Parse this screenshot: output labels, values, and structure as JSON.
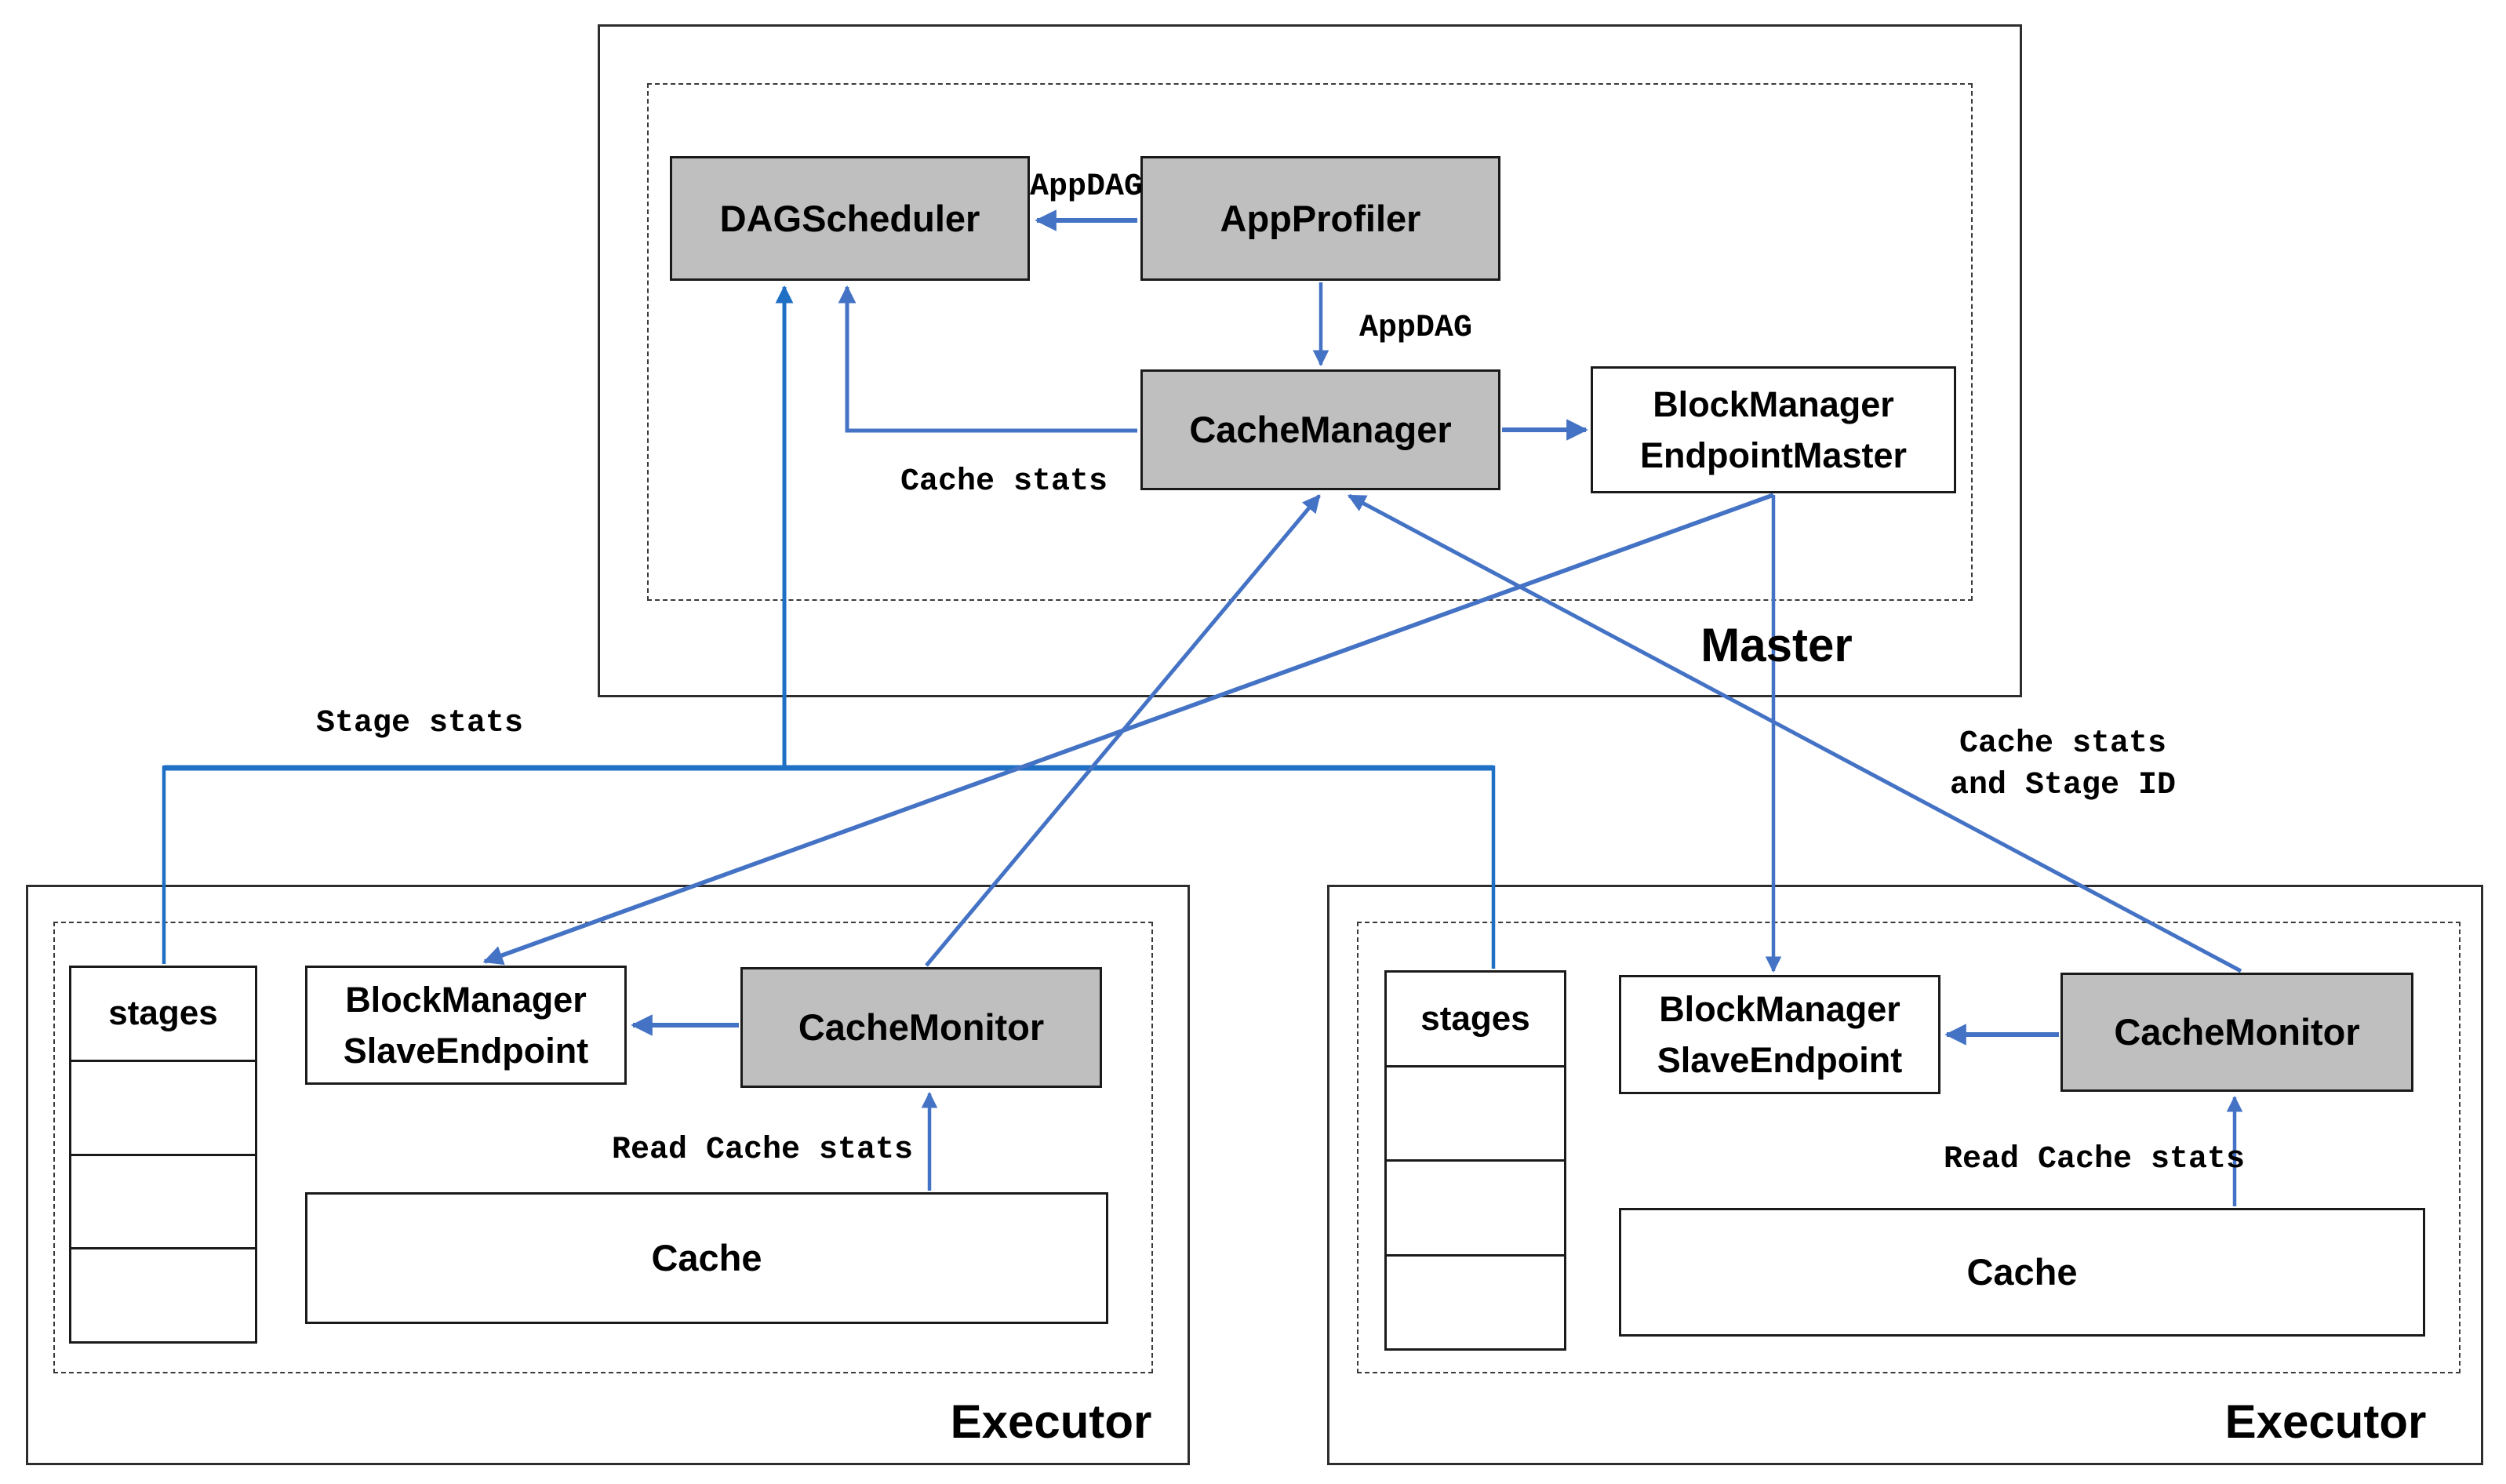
{
  "colors": {
    "arrow_blue": "#4472C4",
    "arrow_deep_blue": "#1F6FC5",
    "box_gray_fill": "#BFBFBF",
    "box_border": "#1a1a1a"
  },
  "master": {
    "title": "Master",
    "dag_scheduler": "DAGScheduler",
    "app_profiler": "AppProfiler",
    "cache_manager": "CacheManager",
    "block_manager_endpoint_master": {
      "line1": "BlockManager",
      "line2": "EndpointMaster"
    }
  },
  "labels": {
    "app_dag_top": "AppDAG",
    "app_dag_mid": "AppDAG",
    "cache_stats": "Cache stats",
    "stage_stats": "Stage stats",
    "cache_stats_and_stage_id": {
      "line1": "Cache stats",
      "line2": "and Stage ID"
    },
    "read_cache_stats_left": "Read Cache stats",
    "read_cache_stats_right": "Read Cache stats"
  },
  "executor_left": {
    "title": "Executor",
    "stages_header": "stages",
    "stages_empty_rows": 3,
    "block_manager_slave_endpoint": {
      "line1": "BlockManager",
      "line2": "SlaveEndpoint"
    },
    "cache_monitor": "CacheMonitor",
    "cache": "Cache"
  },
  "executor_right": {
    "title": "Executor",
    "stages_header": "stages",
    "stages_empty_rows": 3,
    "block_manager_slave_endpoint": {
      "line1": "BlockManager",
      "line2": "SlaveEndpoint"
    },
    "cache_monitor": "CacheMonitor",
    "cache": "Cache"
  }
}
